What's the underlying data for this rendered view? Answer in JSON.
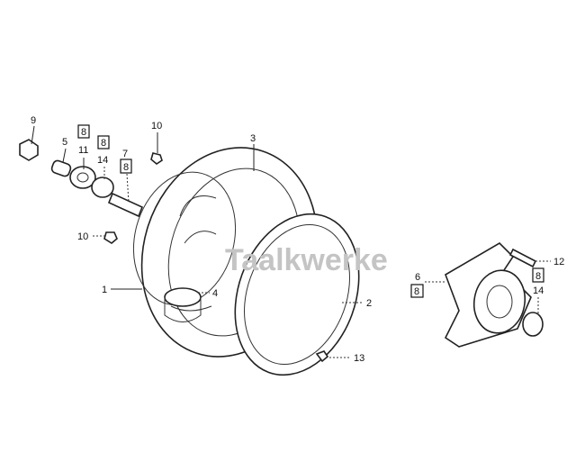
{
  "diagram": {
    "watermark": "Taalkwerke",
    "colors": {
      "line": "#222222",
      "background": "#ffffff"
    },
    "callouts": [
      {
        "id": "9",
        "label": "9",
        "boxed": false
      },
      {
        "id": "5",
        "label": "5",
        "boxed": false
      },
      {
        "id": "11b",
        "label": "8",
        "boxed": true
      },
      {
        "id": "11",
        "label": "11",
        "boxed": false
      },
      {
        "id": "14ab",
        "label": "8",
        "boxed": true
      },
      {
        "id": "14a",
        "label": "14",
        "boxed": false
      },
      {
        "id": "7",
        "label": "7",
        "boxed": false
      },
      {
        "id": "7b",
        "label": "8",
        "boxed": true
      },
      {
        "id": "10a",
        "label": "10",
        "boxed": false
      },
      {
        "id": "3",
        "label": "3",
        "boxed": false
      },
      {
        "id": "10b",
        "label": "10",
        "boxed": false
      },
      {
        "id": "1",
        "label": "1",
        "boxed": false
      },
      {
        "id": "4",
        "label": "4",
        "boxed": false
      },
      {
        "id": "2",
        "label": "2",
        "boxed": false
      },
      {
        "id": "6",
        "label": "6",
        "boxed": false
      },
      {
        "id": "6b",
        "label": "8",
        "boxed": true
      },
      {
        "id": "12",
        "label": "12",
        "boxed": false
      },
      {
        "id": "12b",
        "label": "8",
        "boxed": true
      },
      {
        "id": "14b",
        "label": "14",
        "boxed": false
      },
      {
        "id": "13",
        "label": "13",
        "boxed": false
      }
    ]
  }
}
